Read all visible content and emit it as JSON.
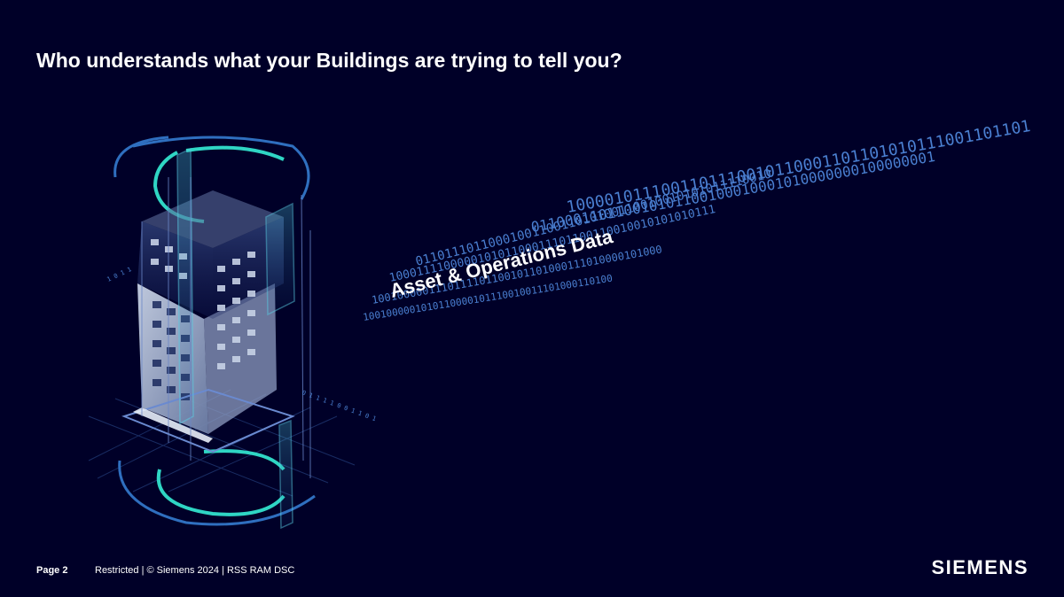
{
  "slide": {
    "title": "Who understands what your Buildings are trying to tell you?"
  },
  "illustration": {
    "data_label": "Asset  & Operations Data",
    "binary_rows": [
      "1000010111001101110010110001101101010111001101101",
      "011000110110010101100100010001010000000100000001",
      "0110111011000100110011010100110010010101011110010",
      "100011110000010101100011101100110010010101010111",
      "1001000001110111101100101101000111010000101000",
      "1001000001010110000101110010011101000110100"
    ],
    "side_digits_left": "1 0 1 1",
    "side_digits_right": "0 1 1 1 1 0 0 1 1 0 1"
  },
  "footer": {
    "page_label": "Page 2",
    "note": "Restricted | © Siemens 2024 | RSS RAM DSC"
  },
  "brand": {
    "logo_text": "SIEMENS",
    "background": "#000028",
    "accent_teal": "#2fd6c4",
    "accent_blue": "#4a7fd0"
  }
}
